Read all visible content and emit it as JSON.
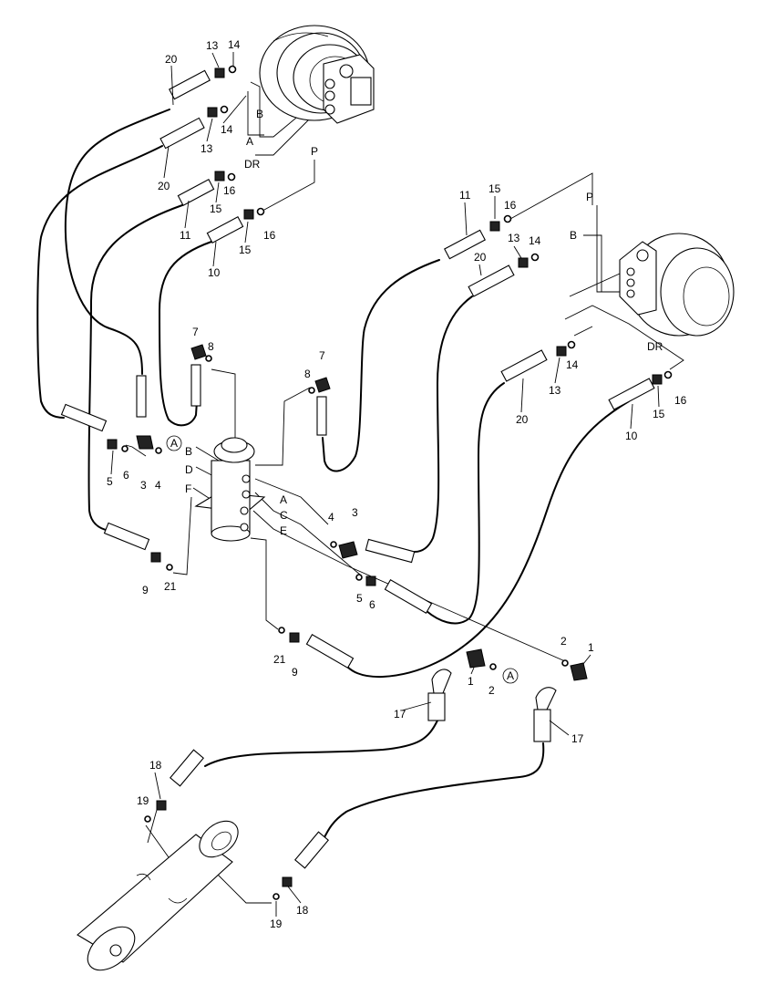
{
  "callouts": {
    "n1a": "1",
    "n1b": "1",
    "n2a": "2",
    "n2b": "2",
    "n3a": "3",
    "n3b": "3",
    "n4a": "4",
    "n4b": "4",
    "n5a": "5",
    "n5b": "5",
    "n6a": "6",
    "n6b": "6",
    "n7a": "7",
    "n7b": "7",
    "n8a": "8",
    "n8b": "8",
    "n9a": "9",
    "n9b": "9",
    "n10a": "10",
    "n10b": "10",
    "n11a": "11",
    "n11b": "11",
    "n13a": "13",
    "n13b": "13",
    "n13c": "13",
    "n13d": "13",
    "n14a": "14",
    "n14b": "14",
    "n14c": "14",
    "n14d": "14",
    "n15a": "15",
    "n15b": "15",
    "n15c": "15",
    "n15d": "15",
    "n16a": "16",
    "n16b": "16",
    "n16c": "16",
    "n16d": "16",
    "n17a": "17",
    "n17b": "17",
    "n18a": "18",
    "n18b": "18",
    "n19a": "19",
    "n19b": "19",
    "n20a": "20",
    "n20b": "20",
    "n20c": "20",
    "n20d": "20",
    "n21a": "21",
    "n21b": "21"
  },
  "ports": {
    "left_motor": {
      "b": "B",
      "a": "A",
      "dr": "DR",
      "p": "P"
    },
    "right_motor": {
      "p": "P",
      "b": "B",
      "dr": "DR"
    },
    "swivel_left": {
      "b": "B",
      "d": "D",
      "f": "F"
    },
    "swivel_right": {
      "a": "A",
      "c": "C",
      "e": "E"
    }
  },
  "detail_marker": {
    "a1": "A",
    "a2": "A"
  }
}
